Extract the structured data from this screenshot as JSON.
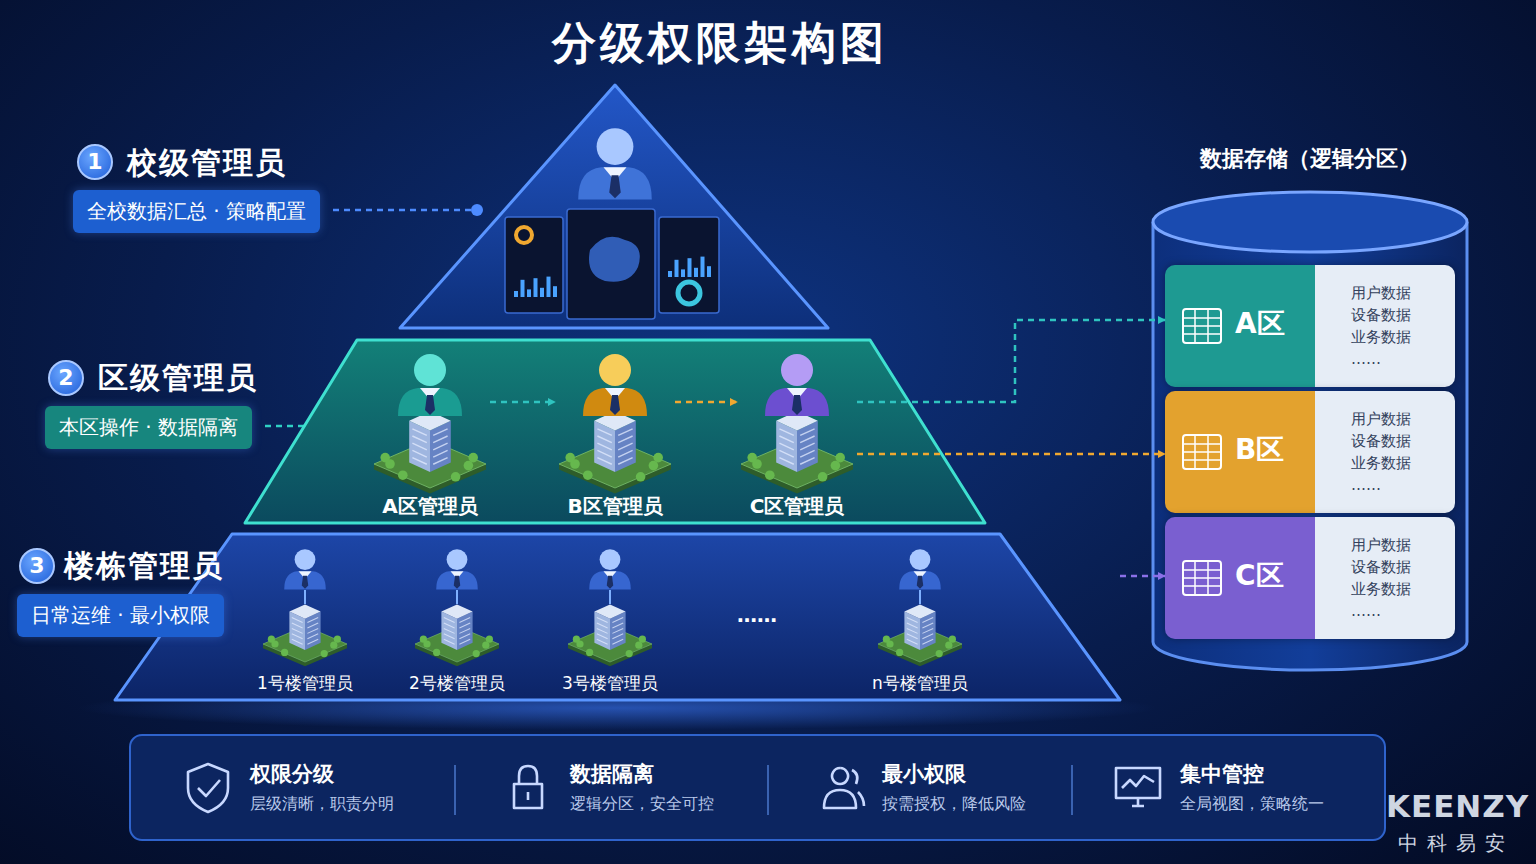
{
  "diagram": {
    "title": "分级权限架构图",
    "nodes": [
      {
        "text": [
          "校级管理员",
          "全校数据汇总 · 策略配置"
        ]
      },
      {
        "text": [
          "区级管理员",
          "本区操作 · 数据隔离"
        ]
      },
      {
        "text": [
          "A区管理员"
        ],
        "in": 1
      },
      {
        "text": [
          "B区管理员"
        ],
        "in": 1
      },
      {
        "text": [
          "C区管理员"
        ],
        "in": 1
      },
      {
        "text": [
          "楼栋管理员",
          "日常运维 · 最小权限"
        ]
      },
      {
        "text": [
          "1号楼管理员"
        ],
        "in": 5
      },
      {
        "text": [
          "2号楼管理员"
        ],
        "in": 5
      },
      {
        "text": [
          "3号楼管理员"
        ],
        "in": 5
      },
      {
        "text": [
          "n号楼管理员"
        ],
        "in": 5
      },
      {
        "text": [
          "数据存储（逻辑分区）"
        ]
      },
      {
        "text": [
          "A区",
          "用户数据",
          "设备数据",
          "业务数据",
          "……"
        ],
        "in": 10
      },
      {
        "text": [
          "B区",
          "用户数据",
          "设备数据",
          "业务数据",
          "……"
        ],
        "in": 10
      },
      {
        "text": [
          "C区",
          "用户数据",
          "设备数据",
          "业务数据",
          "……"
        ],
        "in": 10
      },
      {
        "text": [
          "权限分级",
          "层级清晰，职责分明"
        ]
      },
      {
        "text": [
          "数据隔离",
          "逻辑分区，安全可控"
        ]
      },
      {
        "text": [
          "最小权限",
          "按需授权，降低风险"
        ]
      },
      {
        "text": [
          "集中管控",
          "全局视图，策略统一"
        ]
      }
    ],
    "edges": [
      {
        "from": 2,
        "to": 3,
        "arrow": "to"
      },
      {
        "from": 3,
        "to": 4,
        "arrow": "to"
      },
      {
        "from": 4,
        "to": 11,
        "arrow": "to"
      },
      {
        "from": 4,
        "to": 12,
        "arrow": "to"
      },
      {
        "from": 5,
        "to": 13,
        "arrow": "to"
      }
    ],
    "labels": [
      "1",
      "2",
      "3",
      "……",
      "KEENZY",
      "中科易安"
    ]
  }
}
